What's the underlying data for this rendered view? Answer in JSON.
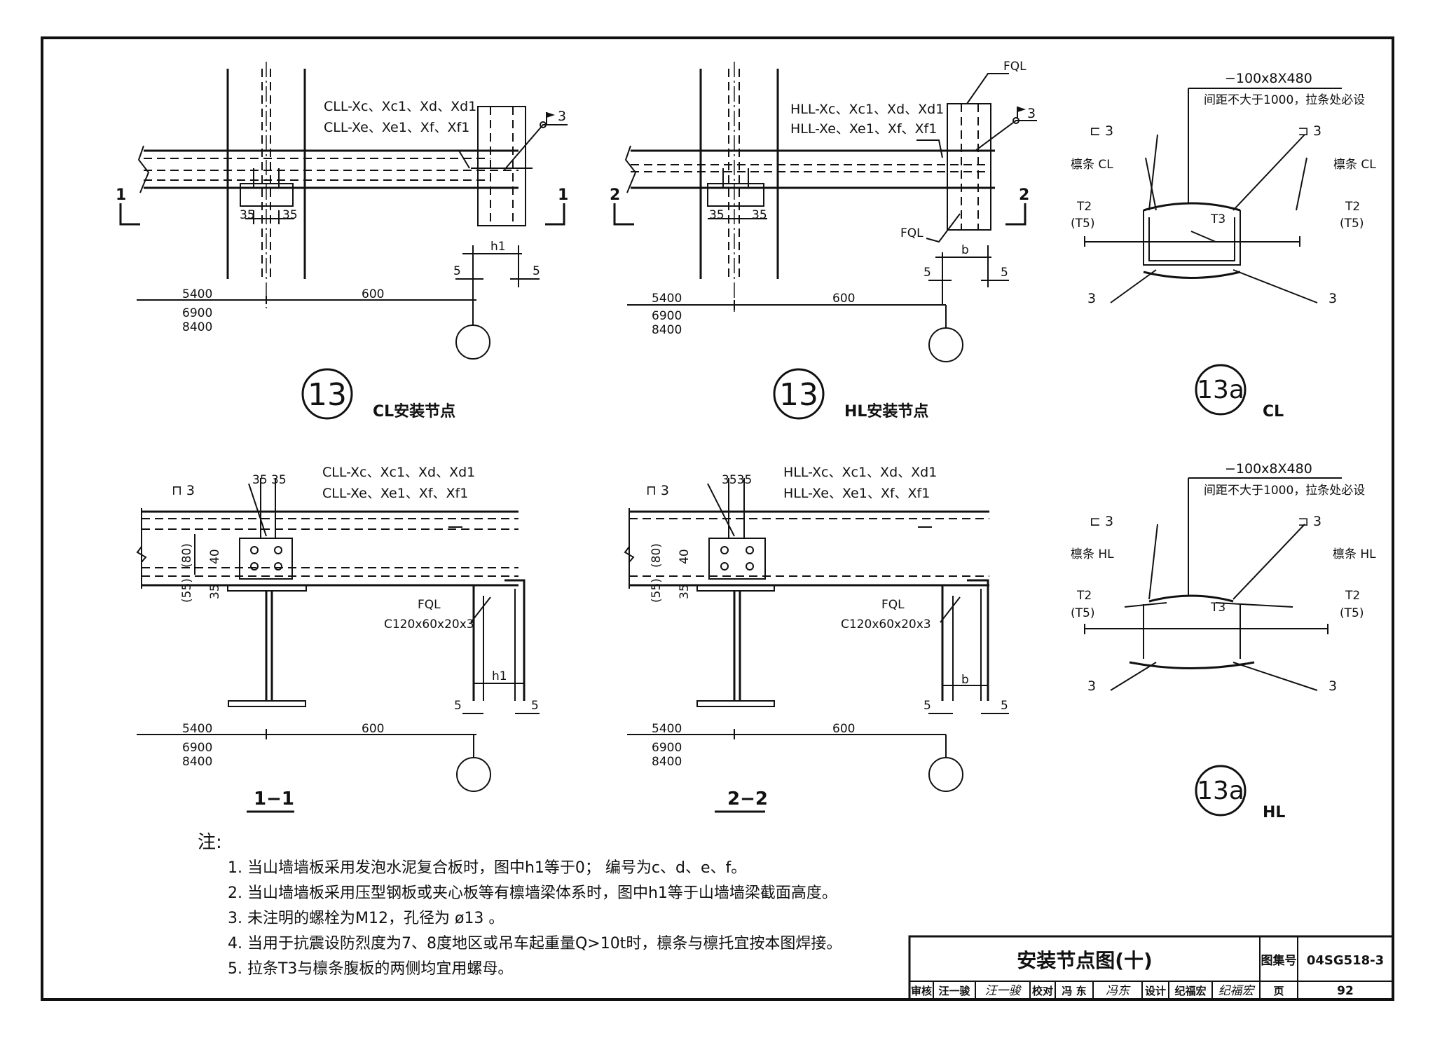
{
  "node13_cl": {
    "beam_label_1": "CLL-Xc、Xc1、Xd、Xd1",
    "beam_label_2": "CLL-Xe、Xe1、Xf、Xf1",
    "dim_35a": "35",
    "dim_35b": "35",
    "dim_h1": "h1",
    "dim_5a": "5",
    "dim_5b": "5",
    "dim_5400": "5400",
    "dim_6900": "6900",
    "dim_8400": "8400",
    "dim_600": "600",
    "weld": "3",
    "section_mark": "1",
    "number": "13",
    "caption": "CL安装节点"
  },
  "node13_hl": {
    "fql_top": "FQL",
    "fql_side": "FQL",
    "beam_label_1": "HLL-Xc、Xc1、Xd、Xd1",
    "beam_label_2": "HLL-Xe、Xe1、Xf、Xf1",
    "dim_35a": "35",
    "dim_35b": "35",
    "dim_b": "b",
    "dim_5a": "5",
    "dim_5b": "5",
    "dim_5400": "5400",
    "dim_6900": "6900",
    "dim_8400": "8400",
    "dim_600": "600",
    "weld": "3",
    "section_mark": "2",
    "number": "13",
    "caption": "HL安装节点"
  },
  "detail13a_cl": {
    "plate": "−100x8X480",
    "plate_note": "间距不大于1000，拉条处必设",
    "weld_left": "⊏ 3",
    "weld_right": "⊐ 3",
    "purlin_left": "檩条 CL",
    "purlin_right": "檩条 CL",
    "t2_left": "T2",
    "t5_left": "(T5)",
    "t2_right": "T2",
    "t5_right": "(T5)",
    "t3": "T3",
    "weld_bl": "3",
    "weld_br": "3",
    "number": "13a",
    "caption": "CL"
  },
  "detail13a_hl": {
    "plate": "−100x8X480",
    "plate_note": "间距不大于1000，拉条处必设",
    "weld_left": "⊏ 3",
    "weld_right": "⊐ 3",
    "purlin_left": "檩条 HL",
    "purlin_right": "檩条 HL",
    "t2_left": "T2",
    "t5_left": "(T5)",
    "t2_right": "T2",
    "t5_right": "(T5)",
    "t3": "T3",
    "weld_bl": "3",
    "weld_br": "3",
    "number": "13a",
    "caption": "HL"
  },
  "section_1_1": {
    "weld": "⊓ 3",
    "dim_top": "35 35",
    "beam_label_1": "CLL-Xc、Xc1、Xd、Xd1",
    "beam_label_2": "CLL-Xe、Xe1、Xf、Xf1",
    "dim_80": "(80)",
    "dim_40": "40",
    "dim_55": "(55)",
    "dim_35": "35",
    "fql": "FQL",
    "fql_spec": "C120x60x20x3",
    "dim_h1": "h1",
    "dim_5a": "5",
    "dim_5b": "5",
    "dim_5400": "5400",
    "dim_6900": "6900",
    "dim_8400": "8400",
    "dim_600": "600",
    "caption": "1−1"
  },
  "section_2_2": {
    "weld": "⊓ 3",
    "dim_top": "3535",
    "beam_label_1": "HLL-Xc、Xc1、Xd、Xd1",
    "beam_label_2": "HLL-Xe、Xe1、Xf、Xf1",
    "dim_80": "(80)",
    "dim_40": "40",
    "dim_55": "(55)",
    "dim_35": "35",
    "fql": "FQL",
    "fql_spec": "C120x60x20x3",
    "dim_b": "b",
    "dim_5a": "5",
    "dim_5b": "5",
    "dim_5400": "5400",
    "dim_6900": "6900",
    "dim_8400": "8400",
    "dim_600": "600",
    "caption": "2−2"
  },
  "notes": {
    "heading": "注:",
    "items": [
      "1. 当山墙墙板采用发泡水泥复合板时，图中h1等于0；  编号为c、d、e、f。",
      "2. 当山墙墙板采用压型钢板或夹心板等有檩墙梁体系时，图中h1等于山墙墙梁截面高度。",
      "3. 未注明的螺栓为M12，孔径为  ø13  。",
      "4. 当用于抗震设防烈度为7、8度地区或吊车起重量Q>10t时，檩条与檩托宜按本图焊接。",
      "5. 拉条T3与檩条腹板的两侧均宜用螺母。"
    ]
  },
  "title_block": {
    "title": "安装节点图(十)",
    "atlas_label": "图集号",
    "atlas_no": "04SG518-3",
    "review_label": "审核",
    "review_name": "汪一骏",
    "review_sign": "汪一骏",
    "check_label": "校对",
    "check_name": "冯 东",
    "check_sign": "冯东",
    "design_label": "设计",
    "design_name": "纪福宏",
    "design_sign": "纪福宏",
    "page_label": "页",
    "page_no": "92"
  }
}
